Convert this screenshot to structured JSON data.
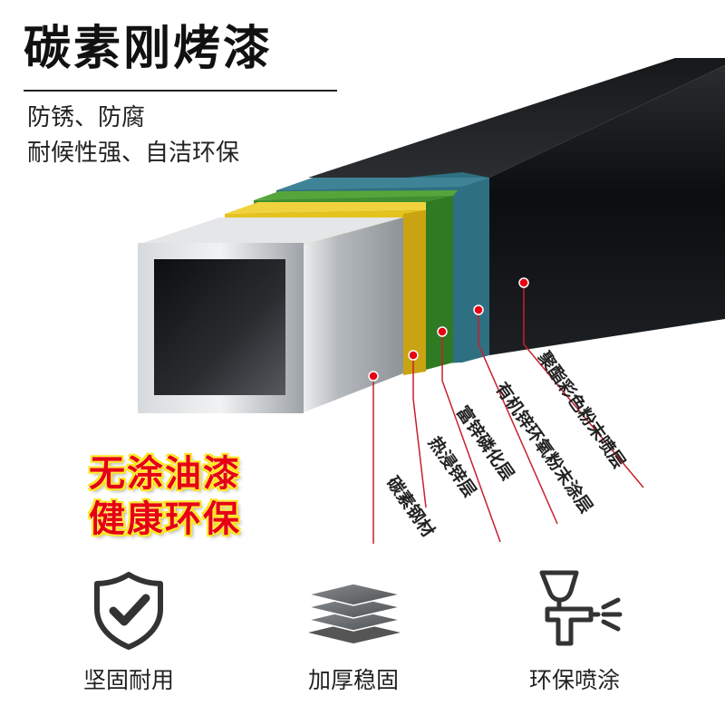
{
  "header": {
    "title": "碳素刚烤漆",
    "features": [
      "防锈、防腐",
      "耐候性强、自洁环保"
    ]
  },
  "layers": [
    {
      "label": "碳素钢材",
      "color": "#c9ccd0"
    },
    {
      "label": "热浸锌层",
      "color": "#e6c21d"
    },
    {
      "label": "富锌磷化层",
      "color": "#3f8f2e"
    },
    {
      "label": "有机锌环氧粉末涂层",
      "color": "#2f6f82"
    },
    {
      "label": "聚酯彩色粉末喷层",
      "color": "#15181b"
    }
  ],
  "slogan": {
    "line1": "无涂油漆",
    "line2": "健康环保",
    "text_color": "#e60012",
    "outline_color": "#ffe600"
  },
  "badges": [
    {
      "icon": "shield-check-icon",
      "label": "坚固耐用"
    },
    {
      "icon": "stacked-layers-icon",
      "label": "加厚稳固"
    },
    {
      "icon": "spray-gun-icon",
      "label": "环保喷涂"
    }
  ],
  "accent": "#e60012"
}
